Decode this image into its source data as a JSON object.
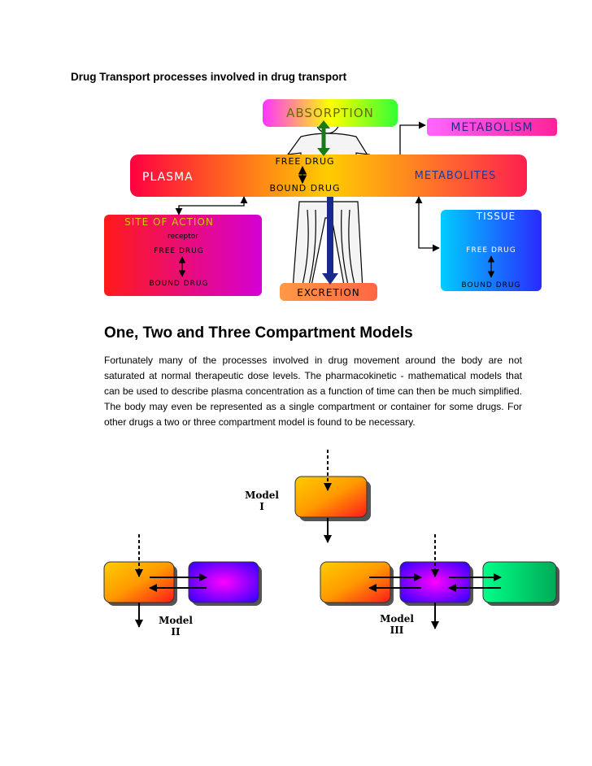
{
  "document": {
    "title": "Drug Transport processes involved in drug transport",
    "section_heading": "One, Two and Three Compartment Models",
    "paragraph": "Fortunately many of the processes involved in drug movement around the body are not saturated at normal therapeutic dose levels. The pharmacokinetic - mathematical models that can be used to describe plasma concentration as a function of time can then be much simplified. The body may even be represented as a single compartment or container for some drugs. For other drugs a two or three compartment model is found to be necessary."
  },
  "transport_diagram": {
    "absorption": "ABSORPTION",
    "metabolism": "METABOLISM",
    "plasma": "PLASMA",
    "metabolites": "METABOLITES",
    "free_drug": "FREE DRUG",
    "bound_drug": "BOUND DRUG",
    "site_of_action": {
      "title": "SITE OF ACTION",
      "receptor": "receptor",
      "free_drug": "FREE DRUG",
      "bound_drug": "BOUND DRUG"
    },
    "tissue": {
      "title": "TISSUE",
      "free_drug": "FREE DRUG",
      "bound_drug": "BOUND DRUG"
    },
    "excretion": "EXCRETION"
  },
  "compartment_models": {
    "model_1": {
      "line1": "Model",
      "line2": "I"
    },
    "model_2": {
      "line1": "Model",
      "line2": "II"
    },
    "model_3": {
      "line1": "Model",
      "line2": "III"
    }
  }
}
